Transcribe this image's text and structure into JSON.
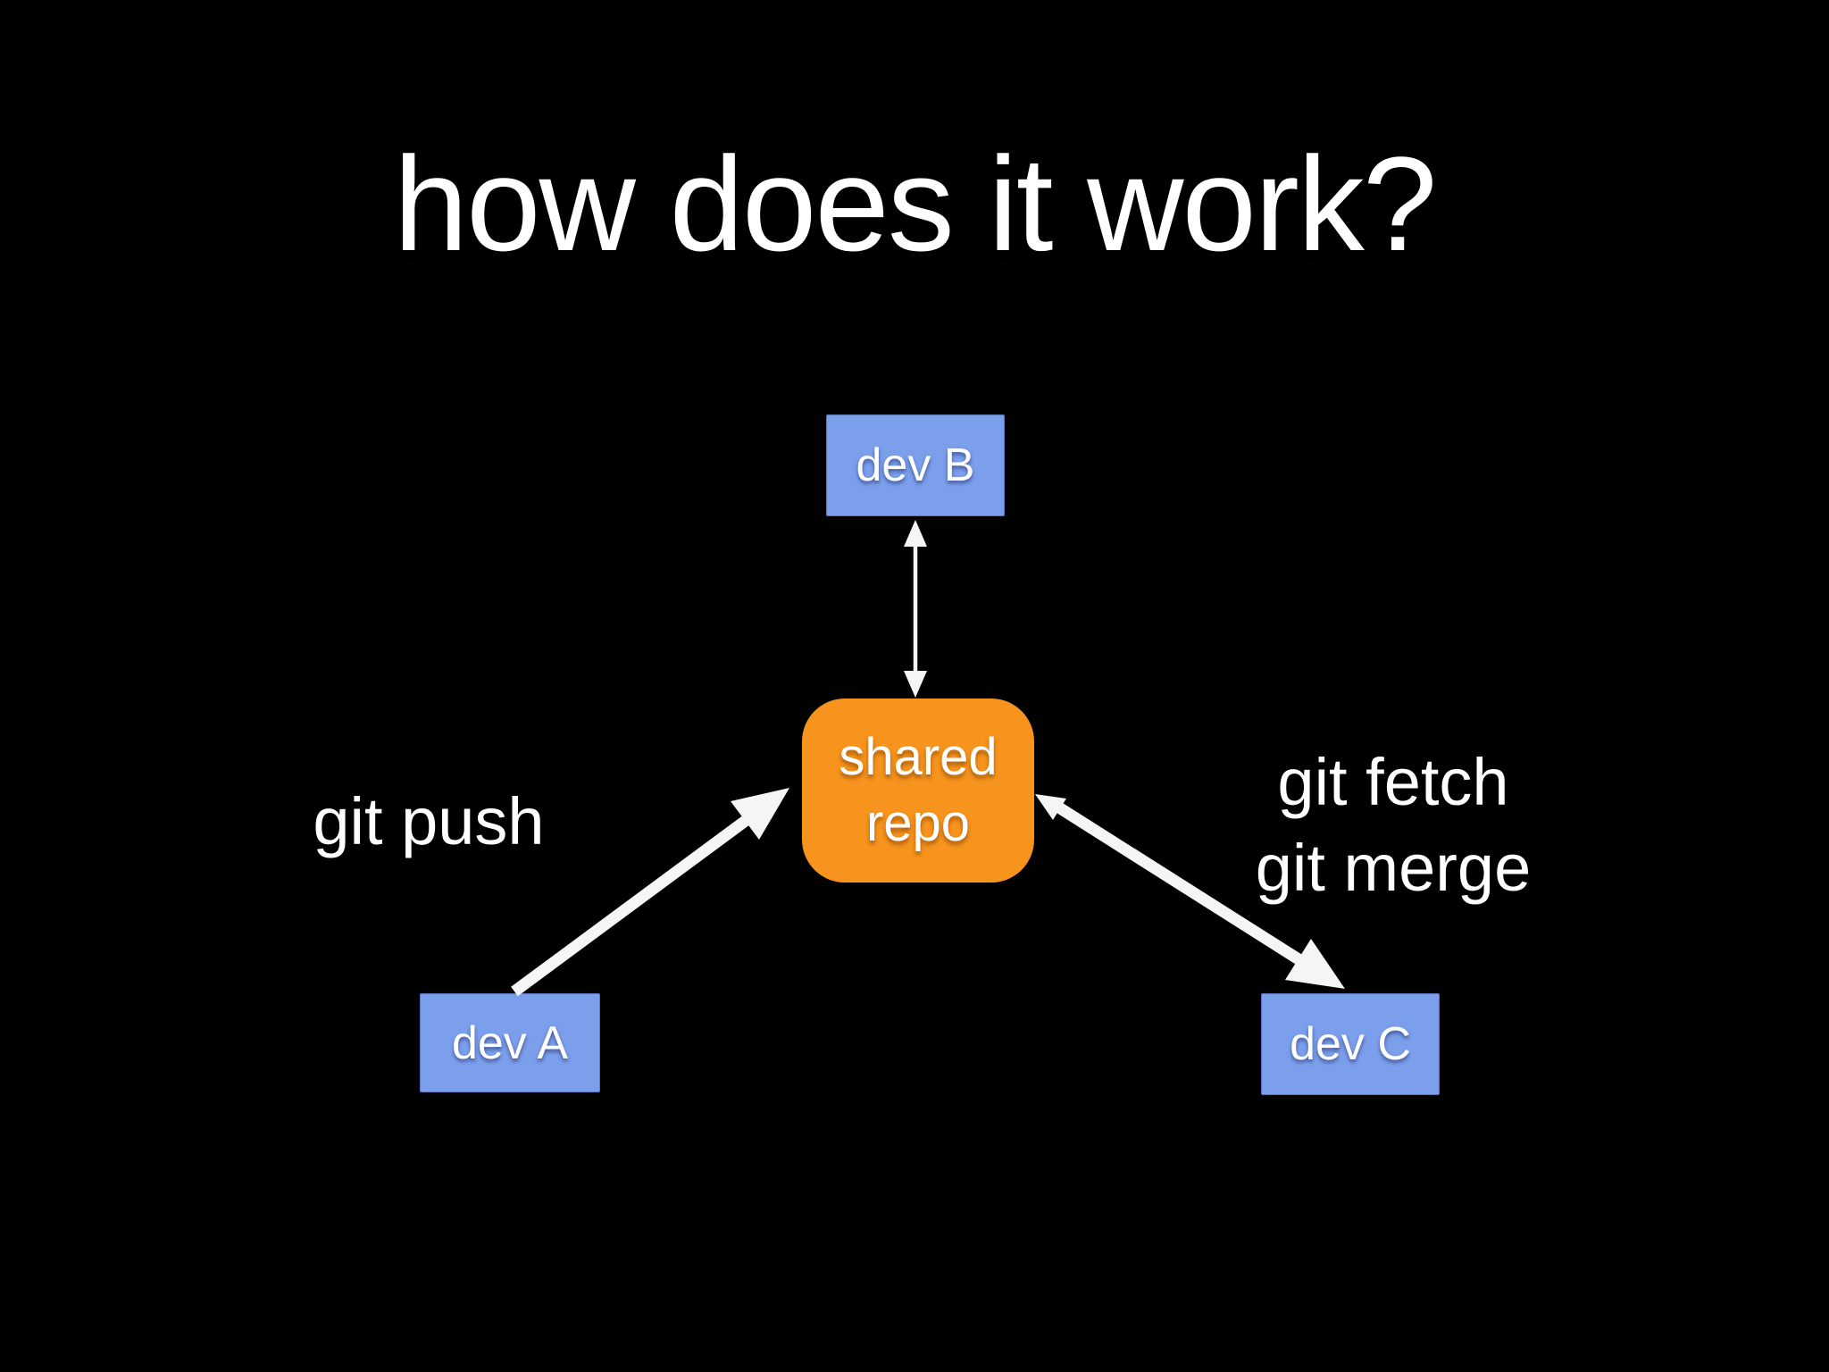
{
  "slide": {
    "title": "how does it work?",
    "background_color": "#000000",
    "title_color": "#ffffff"
  },
  "diagram": {
    "nodes": {
      "dev_b": {
        "label": "dev B",
        "color": "#7c9fec",
        "text_color": "#ffffff"
      },
      "dev_a": {
        "label": "dev A",
        "color": "#7c9fec",
        "text_color": "#ffffff"
      },
      "dev_c": {
        "label": "dev C",
        "color": "#7c9fec",
        "text_color": "#ffffff"
      },
      "shared_repo": {
        "label": "shared repo",
        "label_line1": "shared",
        "label_line2": "repo",
        "color": "#f7941d",
        "text_color": "#ffffff"
      }
    },
    "edges": {
      "devB_sharedRepo": {
        "from": "dev B",
        "to": "shared repo",
        "style": "double-headed-arrow",
        "label": ""
      },
      "devA_sharedRepo": {
        "from": "dev A",
        "to": "shared repo",
        "style": "arrow",
        "label": "git push"
      },
      "sharedRepo_devC": {
        "from": "shared repo",
        "to": "dev C",
        "style": "double-headed-arrow",
        "label": "git fetch git merge"
      }
    },
    "edge_labels": {
      "push": "git push",
      "fetch": "git fetch",
      "merge": "git merge"
    },
    "arrow_color": "#f5f5f5"
  }
}
